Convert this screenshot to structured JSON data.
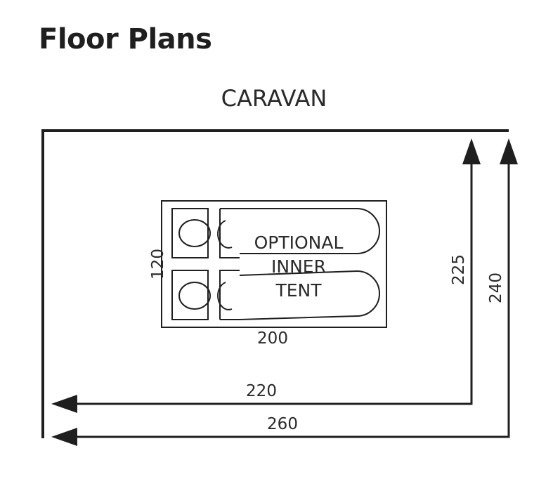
{
  "title": "Floor Plans",
  "diagram": {
    "caravan_label": "CARAVAN",
    "inner_tent_lines": [
      "OPTIONAL",
      "INNER",
      "TENT"
    ],
    "dimensions": {
      "inner_tent_width": "200",
      "inner_tent_depth": "120",
      "width_inner": "220",
      "width_outer": "260",
      "depth_inner": "225",
      "depth_outer": "240"
    }
  },
  "colors": {
    "line": "#1f1f1f",
    "text": "#2a2a2a"
  }
}
